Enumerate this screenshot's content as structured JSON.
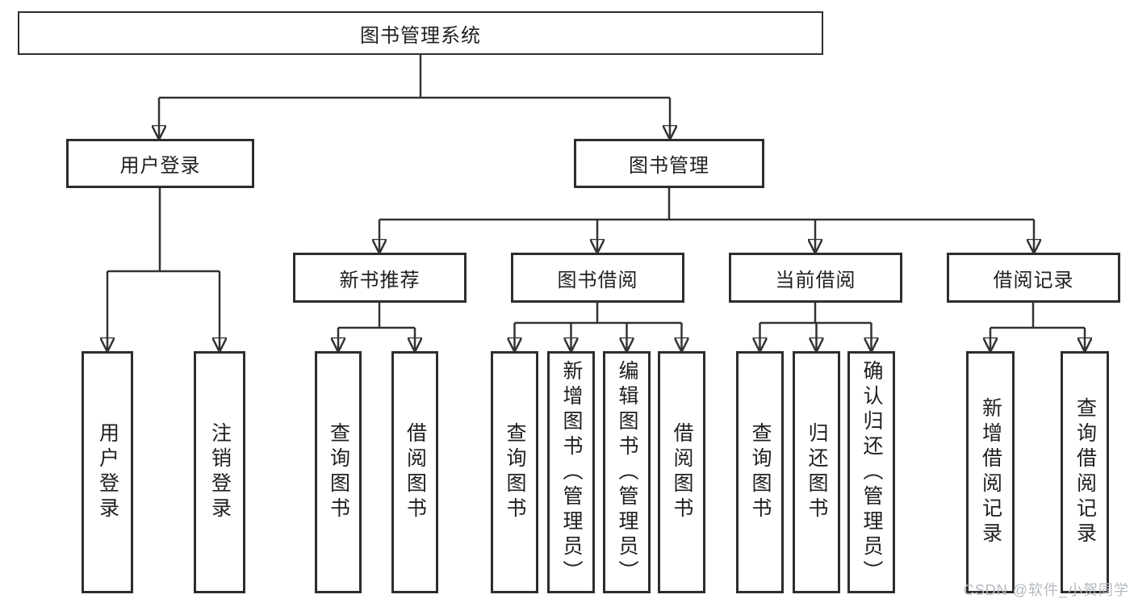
{
  "root": {
    "label": "图书管理系统"
  },
  "branches": [
    {
      "label": "用户登录",
      "leaves": [
        {
          "label": "用户登录"
        },
        {
          "label": "注销登录"
        }
      ]
    },
    {
      "label": "图书管理",
      "groups": [
        {
          "label": "新书推荐",
          "leaves": [
            {
              "label": "查询图书"
            },
            {
              "label": "借阅图书"
            }
          ]
        },
        {
          "label": "图书借阅",
          "leaves": [
            {
              "label": "查询图书"
            },
            {
              "label": "新增图书（管理员）"
            },
            {
              "label": "编辑图书（管理员）"
            },
            {
              "label": "借阅图书"
            }
          ]
        },
        {
          "label": "当前借阅",
          "leaves": [
            {
              "label": "查询图书"
            },
            {
              "label": "归还图书"
            },
            {
              "label": "确认归还（管理员）"
            }
          ]
        },
        {
          "label": "借阅记录",
          "leaves": [
            {
              "label": "新增借阅记录"
            },
            {
              "label": "查询借阅记录"
            }
          ]
        }
      ]
    }
  ],
  "watermark": "CSDN @软件_小贺同学",
  "colors": {
    "line": "#333333",
    "box_border": "#2d2d2d",
    "text": "#1f1f1f",
    "background": "#ffffff",
    "watermark": "#b5bac0"
  }
}
